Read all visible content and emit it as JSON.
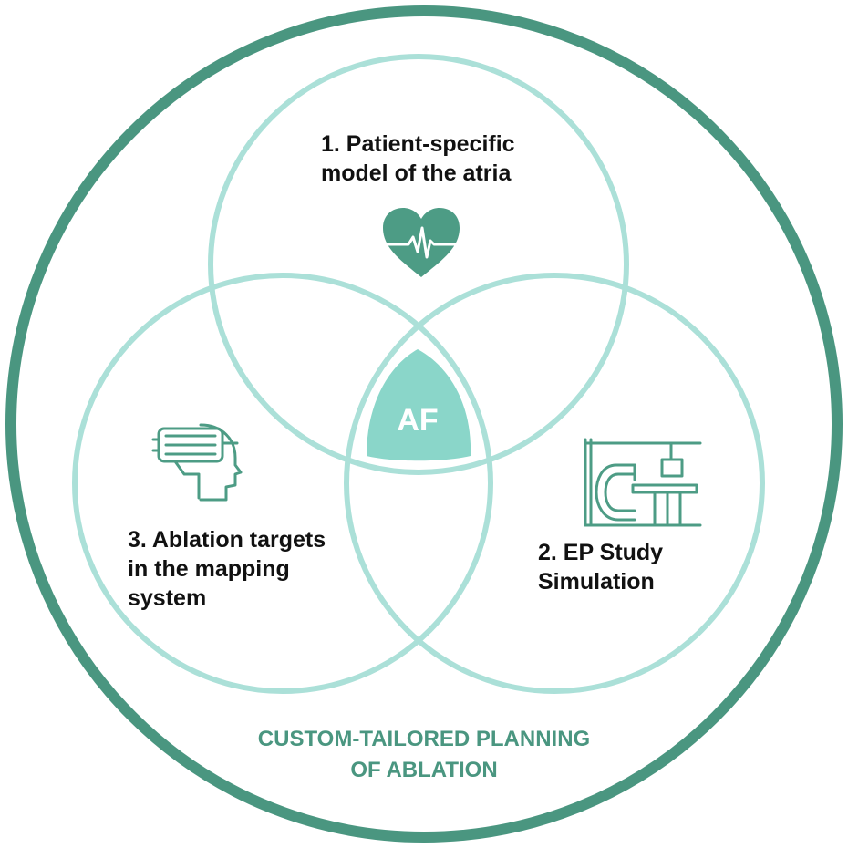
{
  "colors": {
    "outer_ring": "#4a9680",
    "venn_circle": "#abe0d8",
    "center_fill": "#8ad6c9",
    "center_text": "#ffffff",
    "icon": "#4d9c85",
    "label_text": "#111111",
    "footer_text": "#4a9680"
  },
  "center": {
    "label": "AF"
  },
  "circles": [
    {
      "id": "top",
      "icon": "heart-ecg-icon",
      "lines": [
        "1. Patient-specific",
        "model of the atria"
      ]
    },
    {
      "id": "right",
      "icon": "ep-lab-scanner-icon",
      "lines": [
        "2. EP Study",
        "Simulation"
      ]
    },
    {
      "id": "left",
      "icon": "vr-headset-head-icon",
      "lines": [
        "3. Ablation targets",
        "in the mapping",
        "system"
      ]
    }
  ],
  "footer": {
    "lines": [
      "CUSTOM-TAILORED PLANNING",
      "OF ABLATION"
    ]
  }
}
